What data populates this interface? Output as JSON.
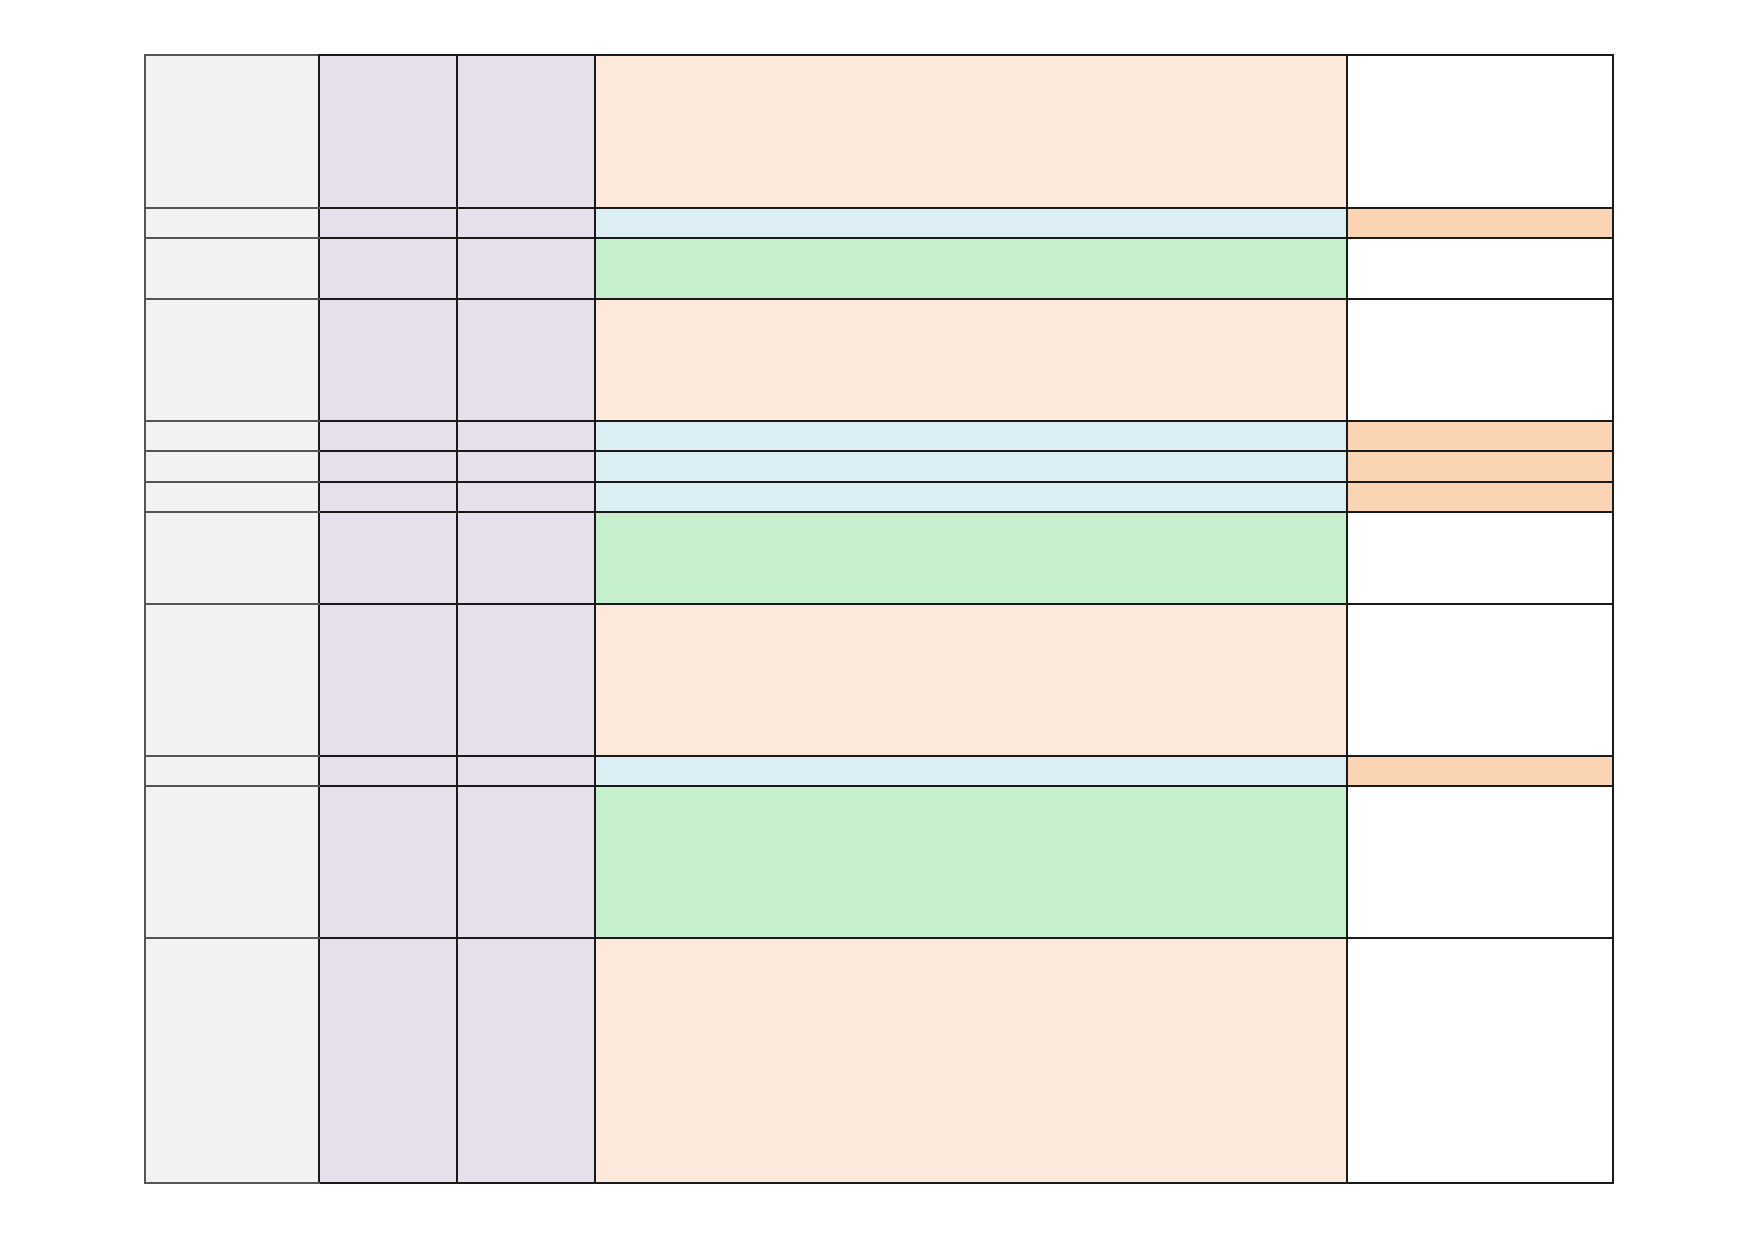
{
  "palette": {
    "label_column": "#f2f2f2",
    "lavender": "#e6e0ec",
    "peach": "#fce9db",
    "light_blue": "#dbeef3",
    "light_green": "#c6efce",
    "orange_tint": "#fbd4b4",
    "white": "#ffffff",
    "gridline": "#1a1a1a"
  },
  "rows": [
    {
      "kind": "peach-block",
      "cells": [
        "",
        "",
        "",
        "",
        ""
      ],
      "colors": [
        "label_column",
        "lavender",
        "lavender",
        "peach",
        "white"
      ]
    },
    {
      "kind": "blue-strip",
      "cells": [
        "",
        "",
        "",
        "",
        ""
      ],
      "colors": [
        "label_column",
        "lavender",
        "lavender",
        "light_blue",
        "orange_tint"
      ]
    },
    {
      "kind": "green-block",
      "cells": [
        "",
        "",
        "",
        "",
        ""
      ],
      "colors": [
        "label_column",
        "lavender",
        "lavender",
        "light_green",
        "white"
      ]
    },
    {
      "kind": "peach-block",
      "cells": [
        "",
        "",
        "",
        "",
        ""
      ],
      "colors": [
        "label_column",
        "lavender",
        "lavender",
        "peach",
        "white"
      ]
    },
    {
      "kind": "blue-strip",
      "cells": [
        "",
        "",
        "",
        "",
        ""
      ],
      "colors": [
        "label_column",
        "lavender",
        "lavender",
        "light_blue",
        "orange_tint"
      ]
    },
    {
      "kind": "blue-strip",
      "cells": [
        "",
        "",
        "",
        "",
        ""
      ],
      "colors": [
        "label_column",
        "lavender",
        "lavender",
        "light_blue",
        "orange_tint"
      ]
    },
    {
      "kind": "blue-strip",
      "cells": [
        "",
        "",
        "",
        "",
        ""
      ],
      "colors": [
        "label_column",
        "lavender",
        "lavender",
        "light_blue",
        "orange_tint"
      ]
    },
    {
      "kind": "green-block",
      "cells": [
        "",
        "",
        "",
        "",
        ""
      ],
      "colors": [
        "label_column",
        "lavender",
        "lavender",
        "light_green",
        "white"
      ]
    },
    {
      "kind": "peach-block",
      "cells": [
        "",
        "",
        "",
        "",
        ""
      ],
      "colors": [
        "label_column",
        "lavender",
        "lavender",
        "peach",
        "white"
      ]
    },
    {
      "kind": "blue-strip",
      "cells": [
        "",
        "",
        "",
        "",
        ""
      ],
      "colors": [
        "label_column",
        "lavender",
        "lavender",
        "light_blue",
        "orange_tint"
      ]
    },
    {
      "kind": "green-block",
      "cells": [
        "",
        "",
        "",
        "",
        ""
      ],
      "colors": [
        "label_column",
        "lavender",
        "lavender",
        "light_green",
        "white"
      ]
    },
    {
      "kind": "peach-block",
      "cells": [
        "",
        "",
        "",
        "",
        ""
      ],
      "colors": [
        "label_column",
        "lavender",
        "lavender",
        "peach",
        "white"
      ]
    }
  ]
}
